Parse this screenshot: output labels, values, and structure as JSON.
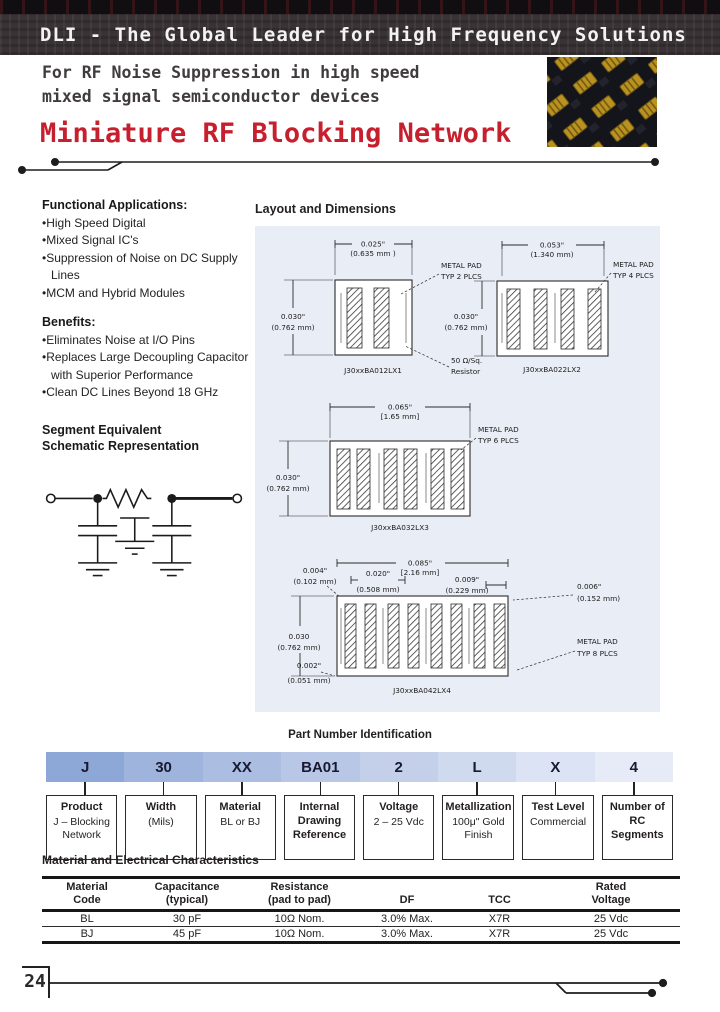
{
  "header": {
    "top_title": "DLI - The Global Leader for High Frequency Solutions",
    "tagline": "For RF Noise Suppression in high speed\nmixed signal semiconductor devices",
    "page_title": "Miniature RF Blocking Network",
    "accent_color": "#c6202e"
  },
  "left_column": {
    "functional_heading": "Functional Applications:",
    "functional_items": [
      "High Speed Digital",
      "Mixed Signal IC's",
      "Suppression of Noise on DC Supply Lines",
      "MCM and Hybrid Modules"
    ],
    "benefits_heading": "Benefits:",
    "benefits_items": [
      "Eliminates Noise at I/O Pins",
      "Replaces Large Decoupling Capacitor with Superior Performance",
      "Clean DC Lines Beyond 18 GHz"
    ],
    "schematic_heading": "Segment Equivalent\nSchematic Representation"
  },
  "layout": {
    "heading": "Layout and Dimensions",
    "drawings": [
      {
        "caption": "J30xxBA012LX1",
        "pad_label": "METAL PAD",
        "pad_count": "TYP 2 PLCS",
        "width_in": "0.025\"",
        "width_mm": "(0.635 mm )",
        "height_in": "0.030\"",
        "height_mm": "(0.762 mm)",
        "resistor_line1": "50 Ω/Sq.",
        "resistor_line2": "Resistor"
      },
      {
        "caption": "J30xxBA022LX2",
        "pad_label": "METAL PAD",
        "pad_count": "TYP 4 PLCS",
        "width_in": "0.053\"",
        "width_mm": "(1.340 mm)",
        "height_in": "0.030\"",
        "height_mm": "(0.762 mm)"
      },
      {
        "caption": "J30xxBA032LX3",
        "pad_label": "METAL PAD",
        "pad_count": "TYP 6 PLCS",
        "width_in": "0.065\"",
        "width_mm": "[1.65 mm]",
        "height_in": "0.030\"",
        "height_mm": "(0.762 mm)"
      },
      {
        "caption": "J30xxBA042LX4",
        "pad_label": "METAL PAD",
        "pad_count": "TYP 8 PLCS",
        "width_in": "0.085\"",
        "width_mm": "[2.16 mm]",
        "height_in": "0.030",
        "height_mm": "(0.762 mm)",
        "dim_a_in": "0.004\"",
        "dim_a_mm": "(0.102 mm)",
        "dim_b_in": "0.020\"",
        "dim_b_mm": "(0.508 mm)",
        "dim_c_in": "0.009\"",
        "dim_c_mm": "(0.229 mm)",
        "dim_d_in": "0.006\"",
        "dim_d_mm": "(0.152 mm)",
        "dim_e_in": "0.002\"",
        "dim_e_mm": "(0.051 mm)"
      }
    ]
  },
  "part_number": {
    "heading": "Part Number Identification",
    "band_colors": [
      "#8da7d6",
      "#9fb4dc",
      "#abbde0",
      "#b8c7e6",
      "#c4d0ea",
      "#d0daef",
      "#dce3f4",
      "#e7ebf8"
    ],
    "segments": [
      {
        "code": "J",
        "title": "Product",
        "desc": "J – Blocking\nNetwork"
      },
      {
        "code": "30",
        "title": "Width",
        "desc": "(Mils)"
      },
      {
        "code": "XX",
        "title": "Material",
        "desc": "BL or BJ"
      },
      {
        "code": "BA01",
        "title": "Internal\nDrawing\nReference",
        "desc": ""
      },
      {
        "code": "2",
        "title": "Voltage",
        "desc": "2 – 25 Vdc"
      },
      {
        "code": "L",
        "title": "Metallization",
        "desc": "100μ\" Gold\nFinish"
      },
      {
        "code": "X",
        "title": "Test Level",
        "desc": "Commercial"
      },
      {
        "code": "4",
        "title": "Number of\nRC Segments",
        "desc": ""
      }
    ]
  },
  "materials": {
    "heading": "Material and Electrical Characteristics",
    "columns": [
      "Material\nCode",
      "Capacitance\n(typical)",
      "Resistance\n(pad to pad)",
      "DF",
      "TCC",
      "Rated\nVoltage"
    ],
    "rows": [
      [
        "BL",
        "30 pF",
        "10Ω Nom.",
        "3.0% Max.",
        "X7R",
        "25 Vdc"
      ],
      [
        "BJ",
        "45 pF",
        "10Ω Nom.",
        "3.0% Max.",
        "X7R",
        "25 Vdc"
      ]
    ]
  },
  "footer": {
    "page_number": "24"
  }
}
